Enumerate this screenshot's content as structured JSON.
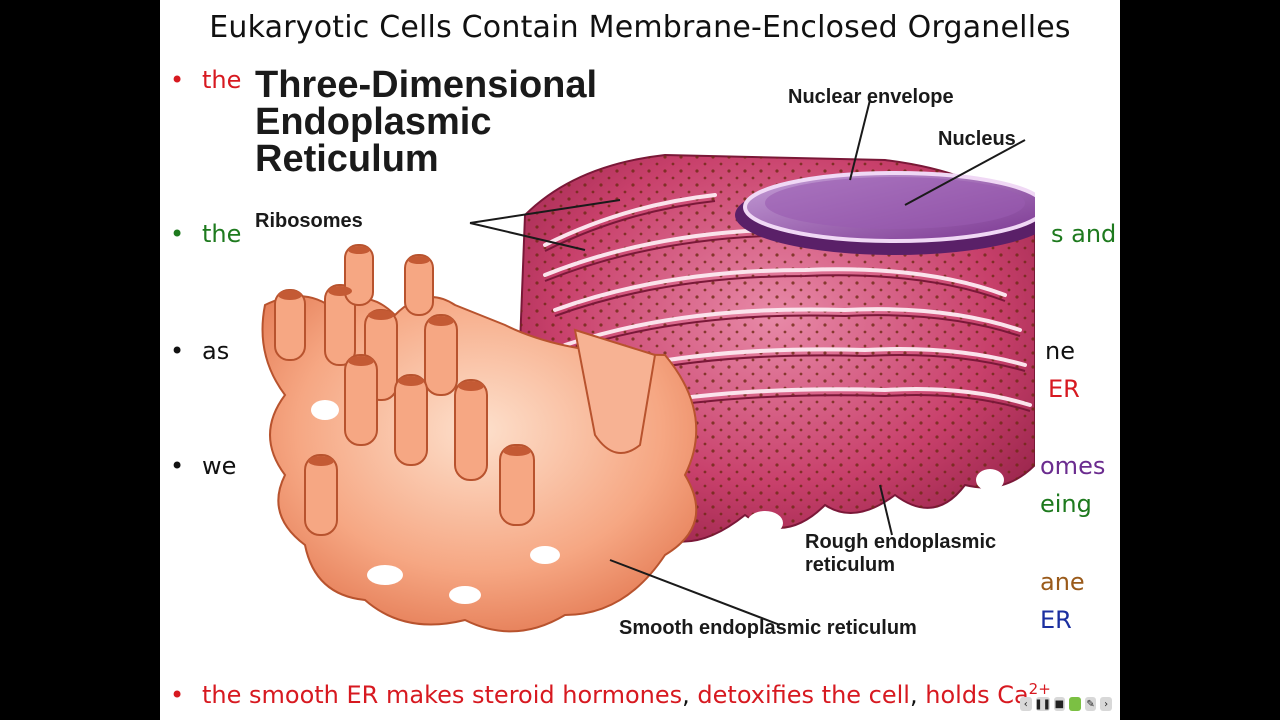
{
  "slide": {
    "title": "Eukaryotic Cells Contain Membrane-Enclosed Organelles",
    "bullets": [
      {
        "dot": "•",
        "text": "the",
        "color": "#d71920"
      },
      {
        "dot": "•",
        "text": "the",
        "color": "#1e7a1e"
      },
      {
        "dot": "•",
        "text": "as",
        "color": "#111111"
      },
      {
        "dot": "•",
        "text": "we",
        "color": "#111111"
      }
    ],
    "right_fragments": [
      {
        "text": "s and",
        "color": "#1e7a1e"
      },
      {
        "text": "ne",
        "color": "#111111"
      },
      {
        "text": "ER",
        "color": "#d71920"
      },
      {
        "text": "omes",
        "color": "#6b2c8f"
      },
      {
        "text": "eing",
        "color": "#1e7a1e"
      },
      {
        "text": "ane",
        "color": "#9a5a1a"
      },
      {
        "text": "ER",
        "color": "#1b2fa0"
      }
    ],
    "bottom_bullet": {
      "dot": "•",
      "part1": "the smooth ER makes steroid hormones",
      "sep1": ",",
      "part2": "detoxifies the cell",
      "sep2": ",",
      "part3": "holds Ca",
      "superscript": "2+",
      "color_red": "#d71920",
      "color_black": "#111111"
    }
  },
  "figure": {
    "title_lines": [
      "Three-Dimensional",
      "Endoplasmic",
      "Reticulum"
    ],
    "labels": {
      "nuclear_envelope": "Nuclear envelope",
      "nucleus": "Nucleus",
      "ribosomes": "Ribosomes",
      "rough_er_line1": "Rough endoplasmic",
      "rough_er_line2": "reticulum",
      "smooth_er": "Smooth endoplasmic reticulum"
    },
    "colors": {
      "rough_er": "#c13a63",
      "rough_er_light": "#e58aa6",
      "smooth_er": "#f4a07c",
      "smooth_er_light": "#fbd0b8",
      "nucleus": "#8e4aa0",
      "ribosome": "#6e2a14"
    }
  },
  "player_icons": [
    "back-icon",
    "pause-icon",
    "stop-icon",
    "green-icon",
    "pen-icon",
    "forward-icon"
  ]
}
